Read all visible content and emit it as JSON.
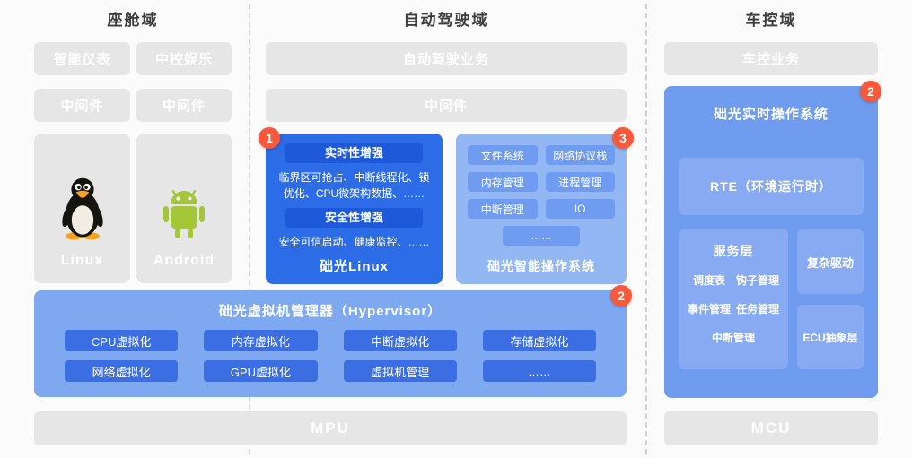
{
  "colors": {
    "badge_red": "#F8593B",
    "deep_blue": "#2D6CE7",
    "deep_blue_header": "#1D59D8",
    "button_blue": "#3B6EE2",
    "panel_light_blue": "#93B7F3",
    "hypervisor_blue": "#7EA9F1",
    "rtos_blue": "#6F9CEE",
    "inner_blue": "#87AAF2",
    "chip_blue": "#6F9CF0",
    "gray_box": "#E6E6E6",
    "android_green": "#A4C639",
    "tux_orange": "#F6A21D"
  },
  "badges": {
    "linux": "1",
    "hypervisor": "2",
    "smart_os": "3",
    "rtos": "2"
  },
  "cockpit": {
    "title": "座舱域",
    "boxes": [
      "智能仪表",
      "中控娱乐",
      "中间件",
      "中间件"
    ],
    "linux_label": "Linux",
    "android_label": "Android"
  },
  "ad": {
    "title": "自动驾驶域",
    "business": "自动驾驶业务",
    "middleware": "中间件",
    "linux_box": {
      "rt_header": "实时性增强",
      "rt_body": "临界区可抢占、中断线程化、锁优化、CPU微架构数据、……",
      "sec_header": "安全性增强",
      "sec_body": "安全可信启动、健康监控、……",
      "label": "础光Linux"
    },
    "smart_os": {
      "items": [
        "文件系统",
        "网络协议栈",
        "内存管理",
        "进程管理",
        "中断管理",
        "IO"
      ],
      "more": "……",
      "label": "础光智能操作系统"
    }
  },
  "hypervisor": {
    "title": "础光虚拟机管理器（Hypervisor）",
    "items": [
      "CPU虚拟化",
      "内存虚拟化",
      "中断虚拟化",
      "存储虚拟化",
      "网络虚拟化",
      "GPU虚拟化",
      "虚拟机管理",
      "……"
    ]
  },
  "mpu_label": "MPU",
  "vehicle": {
    "title": "车控域",
    "business": "车控业务",
    "rtos_title": "础光实时操作系统",
    "rte": "RTE（环境运行时）",
    "service_layer": {
      "title": "服务层",
      "items": [
        "调度表",
        "钩子管理",
        "事件管理",
        "任务管理",
        "中断管理"
      ]
    },
    "complex_driver": "复杂驱动",
    "ecu": "ECU抽象层",
    "mcu_label": "MCU"
  }
}
